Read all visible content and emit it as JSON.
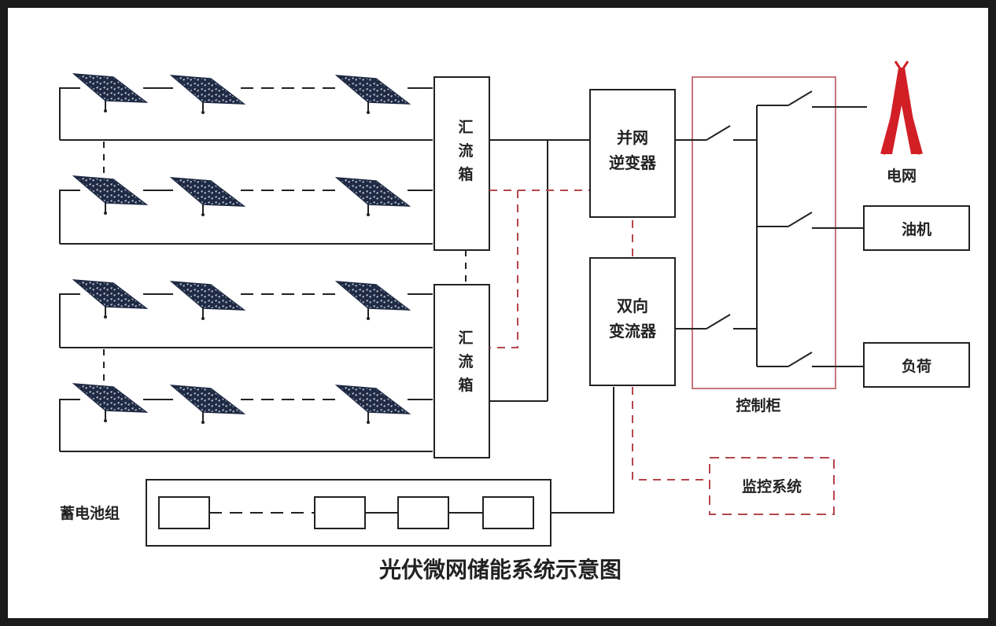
{
  "labels": {
    "combiner_box": "汇流箱",
    "grid_inverter": [
      "并网",
      "逆变器"
    ],
    "bidirectional_converter": [
      "双向",
      "变流器"
    ],
    "grid": "电网",
    "diesel_generator": "油机",
    "load": "负荷",
    "control_cabinet": "控制柜",
    "monitoring_system": "监控系统",
    "battery_group": "蓄电池组",
    "caption": "光伏微网储能系统示意图"
  },
  "colors": {
    "line": "#222222",
    "control": "#b5464c",
    "grid_tower": "#d21f26",
    "panel": "#1f2a44",
    "panel_cell": "#c9d0dc"
  },
  "icons": {
    "pv_panel": "solar-panel-icon",
    "grid": "transmission-tower-icon"
  }
}
